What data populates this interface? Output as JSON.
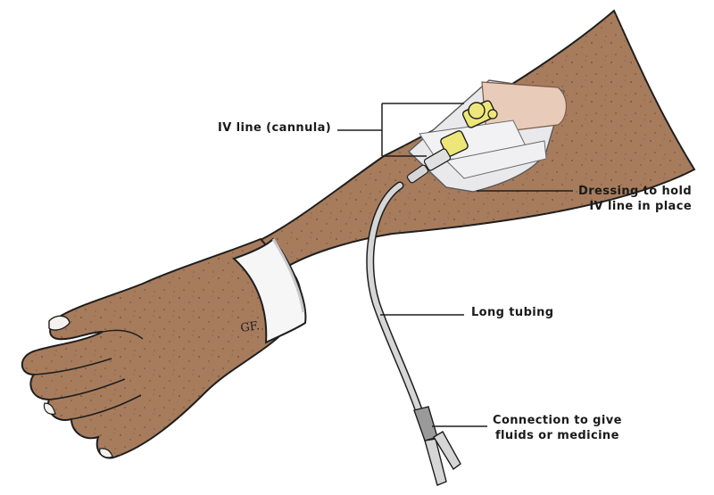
{
  "labels": {
    "cannula": "IV line (cannula)",
    "dressing_line1": "Dressing to hold",
    "dressing_line2": "IV line in place",
    "tubing": "Long tubing",
    "connection_line1": "Connection to give",
    "connection_line2": "fluids or medicine"
  },
  "signature": "GF.",
  "colors": {
    "skin": "#a77c5d",
    "skin_dark": "#8f6547",
    "outline": "#1e1e1e",
    "dressing": "#e9e9ec",
    "tape": "#e8cbb8",
    "connector_yellow": "#ede77a",
    "tubing": "#d6d6d6",
    "wristband": "#f6f6f6"
  }
}
